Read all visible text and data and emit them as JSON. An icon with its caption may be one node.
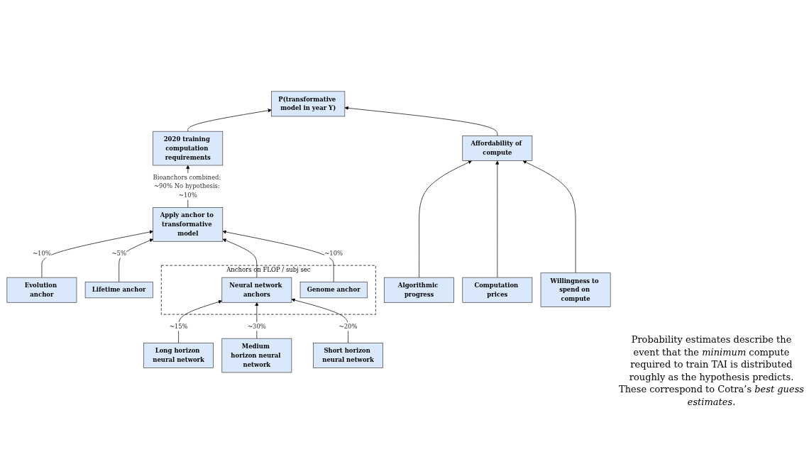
{
  "diagram": {
    "nodes": [
      {
        "text": [
          "P(transformative model in year Y)"
        ]
      },
      {
        "text": [
          "2020 training computation requirements"
        ]
      },
      {
        "text": [
          "Affordability of compute"
        ]
      },
      {
        "text": [
          "Apply anchor to transformative model"
        ]
      },
      {
        "text": [
          "Algorithmic progress"
        ]
      },
      {
        "text": [
          "Computation prices"
        ]
      },
      {
        "text": [
          "Willingness to spend on compute"
        ]
      },
      {
        "text": [
          "Evolution anchor"
        ]
      },
      {
        "text": [
          "Lifetime anchor"
        ]
      },
      {
        "text": [
          "Anchors on FLOP / subj sec"
        ]
      },
      {
        "text": [
          "Neural network anchors"
        ],
        "in": 9
      },
      {
        "text": [
          "Genome anchor"
        ],
        "in": 9
      },
      {
        "text": [
          "Long horizon neural network"
        ]
      },
      {
        "text": [
          "Medium horizon neural network"
        ]
      },
      {
        "text": [
          "Short horizon neural network"
        ]
      }
    ],
    "edges": [
      {
        "from": 1,
        "to": 0,
        "arrow": "to"
      },
      {
        "from": 2,
        "to": 0,
        "arrow": "to"
      },
      {
        "from": 3,
        "to": 1,
        "arrow": "to",
        "label": "Bioanchors combined: ~90% No hypothesis: ~10%"
      },
      {
        "from": 4,
        "to": 2,
        "arrow": "to"
      },
      {
        "from": 5,
        "to": 2,
        "arrow": "to"
      },
      {
        "from": 6,
        "to": 2,
        "arrow": "to"
      },
      {
        "from": 7,
        "to": 3,
        "arrow": "to",
        "label": "~10%"
      },
      {
        "from": 8,
        "to": 3,
        "arrow": "to",
        "label": "~5%"
      },
      {
        "from": 10,
        "to": 3,
        "arrow": "to"
      },
      {
        "from": 11,
        "to": 3,
        "arrow": "to",
        "label": "~10%"
      },
      {
        "from": 12,
        "to": 10,
        "arrow": "to",
        "label": "~15%"
      },
      {
        "from": 13,
        "to": 10,
        "arrow": "to",
        "label": "~30%"
      },
      {
        "from": 14,
        "to": 10,
        "arrow": "to",
        "label": "~20%"
      }
    ],
    "labels": [
      "Probability estimates describe the event that the *minimum* compute required to train TAI is distributed roughly as the hypothesis predicts. These correspond to Cotra’s *best guess estimates.*"
    ]
  }
}
